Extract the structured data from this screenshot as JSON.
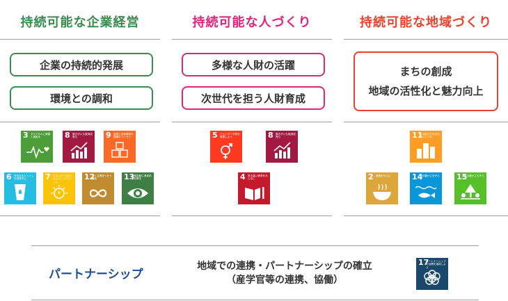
{
  "columns": [
    {
      "title": "持続可能な企業経営",
      "color": "#3a8b4e",
      "pills": [
        "企業の持続的発展",
        "環境との調和"
      ]
    },
    {
      "title": "持続可能な人づくり",
      "color": "#e0237b",
      "pills": [
        "多様な人財の活躍",
        "次世代を担う人財育成"
      ]
    },
    {
      "title": "持続可能な地域づくり",
      "color": "#e8412d",
      "pills": [
        "まちの創成",
        "地域の活性化と魅力向上"
      ]
    }
  ],
  "sdgs": {
    "g3": {
      "num": "3",
      "cap": "すべての人に健康と福祉を",
      "color": "#4c9f38"
    },
    "g8": {
      "num": "8",
      "cap": "働きがいも経済成長も",
      "color": "#a21942"
    },
    "g9": {
      "num": "9",
      "cap": "産業と技術革新の基盤をつくろう",
      "color": "#fd6925"
    },
    "g6": {
      "num": "6",
      "cap": "安全な水とトイレを世界中に",
      "color": "#26bde2"
    },
    "g7": {
      "num": "7",
      "cap": "エネルギーをみんなにそしてクリーンに",
      "color": "#fcc30b"
    },
    "g12": {
      "num": "12",
      "cap": "つくる責任つかう責任",
      "color": "#bf8b2e"
    },
    "g13": {
      "num": "13",
      "cap": "気候変動に具体的な対策を",
      "color": "#3f7e44"
    },
    "g5": {
      "num": "5",
      "cap": "ジェンダー平等を実現しよう",
      "color": "#ff3a21"
    },
    "g4": {
      "num": "4",
      "cap": "質の高い教育をみんなに",
      "color": "#c5192d"
    },
    "g11": {
      "num": "11",
      "cap": "住み続けられるまちづくりを",
      "color": "#fd9d24"
    },
    "g2": {
      "num": "2",
      "cap": "飢餓をゼロに",
      "color": "#dda63a"
    },
    "g14": {
      "num": "14",
      "cap": "海の豊かさを守ろう",
      "color": "#0a97d9"
    },
    "g15": {
      "num": "15",
      "cap": "陸の豊かさも守ろう",
      "color": "#56c02b"
    },
    "g17": {
      "num": "17",
      "cap": "パートナーシップで目標を達成しよう",
      "color": "#19486a"
    }
  },
  "partnership": {
    "label": "パートナーシップ",
    "line1": "地域での連携・パートナーシップの確立",
    "line2": "（産学官等の連携、協働）"
  }
}
